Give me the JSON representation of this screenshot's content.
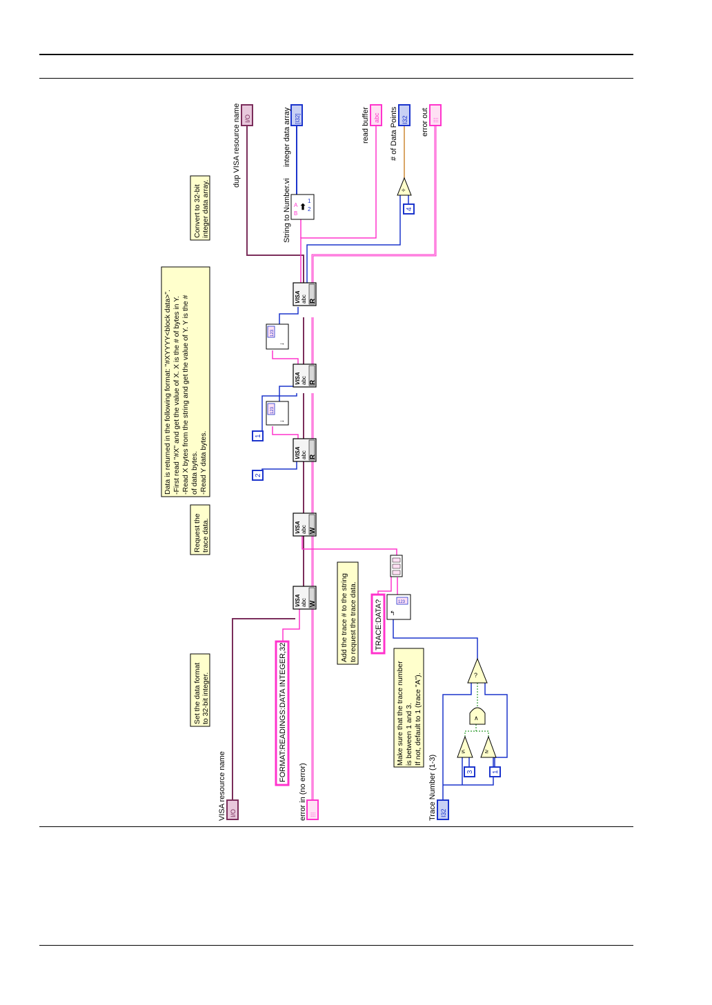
{
  "colors": {
    "visa_wire": "#7a2d5a",
    "error_wire": "#ff33cc",
    "string_wire": "#ff33cc",
    "int_wire": "#1a33cc",
    "array_wire": "#1a33cc",
    "bool_wire": "#2a9a2a",
    "float_wire": "#cc8833",
    "note_fill": "#ffffcc"
  },
  "terminals": {
    "visa_in": {
      "label": "VISA resource name",
      "type": "I/O"
    },
    "error_in": {
      "label": "error in (no error)",
      "type": "⁞⁞⁞"
    },
    "trace_number": {
      "label": "Trace Number (1-3)",
      "type": "I32"
    },
    "dup_visa": {
      "label": "dup VISA resource name",
      "type": "I/O"
    },
    "int_array": {
      "label": "integer data array",
      "type": "[I32]"
    },
    "read_buffer": {
      "label": "read buffer",
      "type": "abc"
    },
    "num_points": {
      "label": "# of Data Points",
      "type": "I32"
    },
    "error_out": {
      "label": "error out",
      "type": "⁞⁞⁞"
    }
  },
  "constants": {
    "format_cmd": "FORMAT:READINGS:DATA INTEGER,32",
    "trace_cmd": "TRACE:DATA?",
    "read_count_2": "2",
    "read_count_1": "1",
    "divisor": "4",
    "upper_limit": "3",
    "lower_limit": "1"
  },
  "nodes": {
    "visa_write_1": {
      "tag": "VISA",
      "mode": "W",
      "text": "abc"
    },
    "visa_write_2": {
      "tag": "VISA",
      "mode": "W",
      "text": "abc"
    },
    "visa_read_1": {
      "tag": "VISA",
      "mode": "R",
      "text": "abc"
    },
    "visa_read_2": {
      "tag": "VISA",
      "mode": "R",
      "text": "abc"
    },
    "visa_read_3": {
      "tag": "VISA",
      "mode": "R",
      "text": "abc"
    },
    "string_to_number_label": "String to Number.vi",
    "decimal_string_1": "123",
    "decimal_string_2": "123",
    "format_into_string": "123",
    "divide_symbol": "÷"
  },
  "notes": {
    "set_format": [
      "Set the data format",
      "to 32-bit integer."
    ],
    "request": [
      "Request the",
      "trace data."
    ],
    "data_format": [
      "Data is returned in the following format: \"#XYYYY<block data>\".",
      "-First read \"#X\" and get the value of X.  X is the # of bytes in Y.",
      "-Read X bytes from the string and get the value of Y.  Y is the #",
      "of data bytes.",
      "-Read Y data bytes."
    ],
    "convert": [
      "Convert to 32-bit",
      "integer data array."
    ],
    "add_trace": [
      "Add the trace # to the string",
      "to request the trace data."
    ],
    "range_check": [
      "Make sure that the trace number",
      "is between 1 and 3.",
      "If not, default to 1 (trace \"A\")."
    ]
  }
}
